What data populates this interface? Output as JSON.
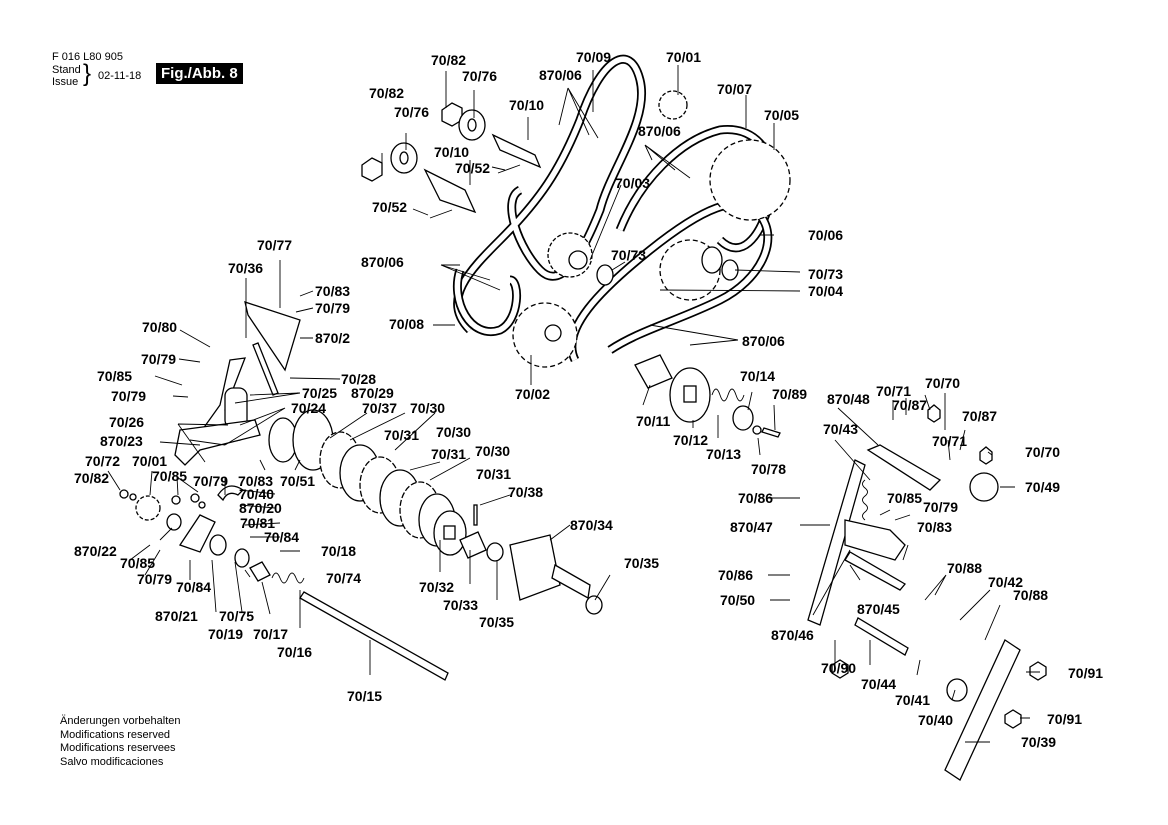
{
  "header": {
    "document_number": "F 016 L80 905",
    "stand_label": "Stand",
    "issue_label": "Issue",
    "issue_date": "02-11-18",
    "figure_label": "Fig./Abb. 8"
  },
  "footer": {
    "lines": [
      "Änderungen vorbehalten",
      "Modifications reserved",
      "Modifications reservees",
      "Salvo modificaciones"
    ]
  },
  "part_labels": [
    {
      "id": "70/82"
    },
    {
      "id": "70/76"
    },
    {
      "id": "70/82"
    },
    {
      "id": "70/76"
    },
    {
      "id": "70/10"
    },
    {
      "id": "70/10"
    },
    {
      "id": "70/52"
    },
    {
      "id": "70/52"
    },
    {
      "id": "70/09"
    },
    {
      "id": "870/06"
    },
    {
      "id": "70/01"
    },
    {
      "id": "70/07"
    },
    {
      "id": "70/05"
    },
    {
      "id": "870/06"
    },
    {
      "id": "70/03"
    },
    {
      "id": "70/06"
    },
    {
      "id": "870/06"
    },
    {
      "id": "70/73"
    },
    {
      "id": "70/73"
    },
    {
      "id": "70/04"
    },
    {
      "id": "70/08"
    },
    {
      "id": "870/06"
    },
    {
      "id": "70/02"
    },
    {
      "id": "70/77"
    },
    {
      "id": "70/36"
    },
    {
      "id": "70/83"
    },
    {
      "id": "70/79"
    },
    {
      "id": "870/2"
    },
    {
      "id": "70/80"
    },
    {
      "id": "70/79"
    },
    {
      "id": "70/85"
    },
    {
      "id": "70/28"
    },
    {
      "id": "70/79"
    },
    {
      "id": "70/25"
    },
    {
      "id": "70/26"
    },
    {
      "id": "70/24"
    },
    {
      "id": "870/29"
    },
    {
      "id": "70/37"
    },
    {
      "id": "70/30"
    },
    {
      "id": "870/23"
    },
    {
      "id": "70/31"
    },
    {
      "id": "70/30"
    },
    {
      "id": "70/72"
    },
    {
      "id": "70/01"
    },
    {
      "id": "70/85"
    },
    {
      "id": "70/82"
    },
    {
      "id": "70/79"
    },
    {
      "id": "70/83"
    },
    {
      "id": "70/51"
    },
    {
      "id": "70/31"
    },
    {
      "id": "70/30"
    },
    {
      "id": "70/40"
    },
    {
      "id": "870/20"
    },
    {
      "id": "70/31"
    },
    {
      "id": "70/38"
    },
    {
      "id": "70/81"
    },
    {
      "id": "70/84"
    },
    {
      "id": "870/22"
    },
    {
      "id": "70/18"
    },
    {
      "id": "870/34"
    },
    {
      "id": "70/85"
    },
    {
      "id": "70/79"
    },
    {
      "id": "70/84"
    },
    {
      "id": "70/74"
    },
    {
      "id": "70/35"
    },
    {
      "id": "870/21"
    },
    {
      "id": "70/75"
    },
    {
      "id": "70/19"
    },
    {
      "id": "70/17"
    },
    {
      "id": "70/32"
    },
    {
      "id": "70/33"
    },
    {
      "id": "70/35"
    },
    {
      "id": "70/16"
    },
    {
      "id": "70/15"
    },
    {
      "id": "70/14"
    },
    {
      "id": "70/89"
    },
    {
      "id": "70/11"
    },
    {
      "id": "70/12"
    },
    {
      "id": "70/13"
    },
    {
      "id": "70/78"
    },
    {
      "id": "870/48"
    },
    {
      "id": "70/71"
    },
    {
      "id": "70/70"
    },
    {
      "id": "70/87"
    },
    {
      "id": "70/43"
    },
    {
      "id": "70/87"
    },
    {
      "id": "70/71"
    },
    {
      "id": "70/70"
    },
    {
      "id": "70/49"
    },
    {
      "id": "70/86"
    },
    {
      "id": "70/85"
    },
    {
      "id": "70/79"
    },
    {
      "id": "870/47"
    },
    {
      "id": "70/83"
    },
    {
      "id": "70/86"
    },
    {
      "id": "70/88"
    },
    {
      "id": "70/42"
    },
    {
      "id": "70/50"
    },
    {
      "id": "70/88"
    },
    {
      "id": "870/45"
    },
    {
      "id": "870/46"
    },
    {
      "id": "70/90"
    },
    {
      "id": "70/91"
    },
    {
      "id": "70/44"
    },
    {
      "id": "70/41"
    },
    {
      "id": "70/40"
    },
    {
      "id": "70/91"
    },
    {
      "id": "70/39"
    }
  ]
}
